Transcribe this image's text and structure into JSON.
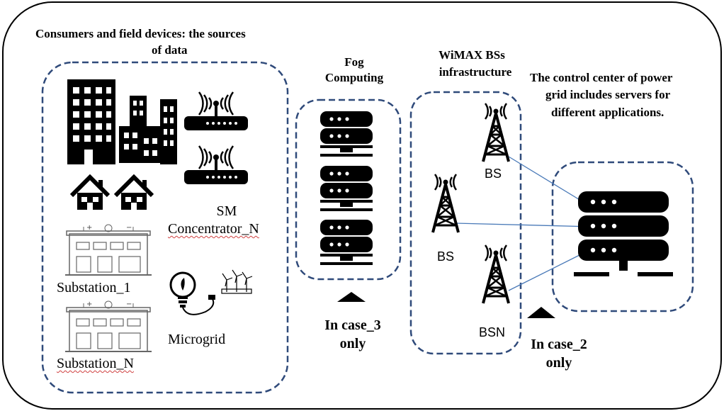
{
  "consumers_title_line1": "Consumers and field devices: the sources",
  "consumers_title_line2": "of data",
  "fog_title_line1": "Fog",
  "fog_title_line2": "Computing",
  "wimax_title_line1": "WiMAX BSs",
  "wimax_title_line2": "infrastructure",
  "control_title_line1": "The control center of power",
  "control_title_line2": "grid includes servers for",
  "control_title_line3": "different applications.",
  "sm_label_line1": "SM",
  "sm_label_line2": "Concentrator_N",
  "substation1_label": "Substation_1",
  "substationN_label": "Substation_N",
  "microgrid_label": "Microgrid",
  "bs_top_label": "BS",
  "bs_left_label": "BS",
  "bsn_label": "BSN",
  "case3_line1": "In case_3",
  "case3_line2": "only",
  "case2_line1": "In case_2",
  "case2_line2": "only",
  "colors": {
    "dashed_border": "#2f4a7a",
    "link_line": "#4a7ab8",
    "icon": "#000000"
  }
}
